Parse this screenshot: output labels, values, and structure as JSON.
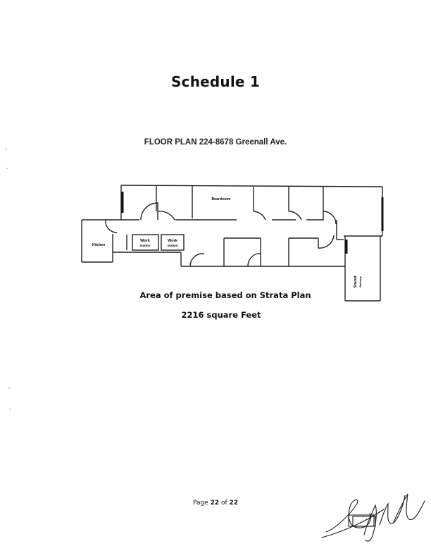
{
  "schedule_title": "Schedule 1",
  "floor_plan": {
    "title": "FLOOR PLAN 224-8678 Greenall Ave.",
    "rooms": {
      "boardroom": "Boardroom",
      "kitchen": "Kitchen",
      "workstation_1_line1": "Work",
      "workstation_1_line2": "station",
      "workstation_2_line1": "Work",
      "workstation_2_line2": "station",
      "shared_balcony_line1": "Shared",
      "shared_balcony_line2": "Balcony"
    }
  },
  "area_note": "Area of premise based on Strata Plan",
  "square_feet": "2216 square Feet",
  "footer": {
    "prefix": "Page ",
    "current": "22",
    "middle": " of ",
    "total": "22"
  }
}
